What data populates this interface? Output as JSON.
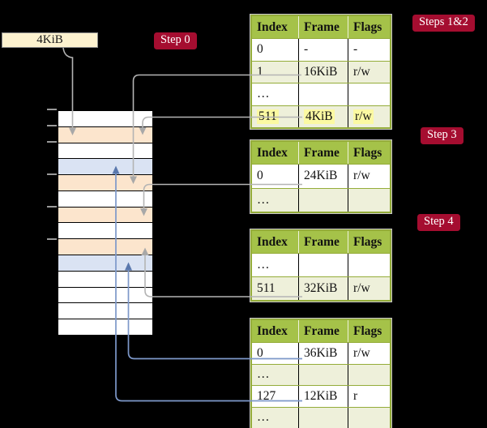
{
  "frame_size_label": {
    "text": "4KiB"
  },
  "step_badges": [
    {
      "label": "Step 0"
    },
    {
      "label": "Steps 1&2"
    },
    {
      "label": "Step 3"
    },
    {
      "label": "Step 4"
    }
  ],
  "memory_column": {
    "rows": [
      {
        "shade": "white"
      },
      {
        "shade": "orange"
      },
      {
        "shade": "white"
      },
      {
        "shade": "blue"
      },
      {
        "shade": "orange"
      },
      {
        "shade": "white"
      },
      {
        "shade": "orange"
      },
      {
        "shade": "white"
      },
      {
        "shade": "orange"
      },
      {
        "shade": "blue"
      },
      {
        "shade": "white"
      },
      {
        "shade": "white"
      },
      {
        "shade": "white"
      },
      {
        "shade": "white"
      }
    ]
  },
  "page_tables": [
    {
      "headers": [
        "Index",
        "Frame",
        "Flags"
      ],
      "rows": [
        {
          "cells": [
            "0",
            "-",
            "-"
          ],
          "shade": "white",
          "highlight": false
        },
        {
          "cells": [
            "1",
            "16KiB",
            "r/w"
          ],
          "shade": "green",
          "highlight": false
        },
        {
          "cells": [
            "…",
            "",
            ""
          ],
          "shade": "white",
          "highlight": false
        },
        {
          "cells": [
            "511",
            "4KiB",
            "r/w"
          ],
          "shade": "green",
          "highlight": true
        }
      ]
    },
    {
      "headers": [
        "Index",
        "Frame",
        "Flags"
      ],
      "rows": [
        {
          "cells": [
            "0",
            "24KiB",
            "r/w"
          ],
          "shade": "white",
          "highlight": false
        },
        {
          "cells": [
            "…",
            "",
            ""
          ],
          "shade": "green",
          "highlight": false
        }
      ]
    },
    {
      "headers": [
        "Index",
        "Frame",
        "Flags"
      ],
      "rows": [
        {
          "cells": [
            "…",
            "",
            ""
          ],
          "shade": "white",
          "highlight": false
        },
        {
          "cells": [
            "511",
            "32KiB",
            "r/w"
          ],
          "shade": "green",
          "highlight": false
        }
      ]
    },
    {
      "headers": [
        "Index",
        "Frame",
        "Flags"
      ],
      "rows": [
        {
          "cells": [
            "0",
            "36KiB",
            "r/w"
          ],
          "shade": "white",
          "highlight": false
        },
        {
          "cells": [
            "…",
            "",
            ""
          ],
          "shade": "green",
          "highlight": false
        },
        {
          "cells": [
            "127",
            "12KiB",
            "r"
          ],
          "shade": "white",
          "highlight": false
        },
        {
          "cells": [
            "…",
            "",
            ""
          ],
          "shade": "green",
          "highlight": false
        }
      ]
    }
  ],
  "palette": {
    "badge_red": "#a50d30",
    "table_header_green": "#a5c249",
    "table_row_green": "#eef0da",
    "table_border_olive": "#94ac39",
    "highlight_yellow": "#fbf9a2",
    "memory_orange": "#fce5cd",
    "memory_blue": "#dae3f3",
    "label_cream": "#fdf2cf",
    "connector_gray": "#b4b4b4",
    "connector_blue": "#7d98c9",
    "connector_blue_head": "#5a78ad"
  }
}
